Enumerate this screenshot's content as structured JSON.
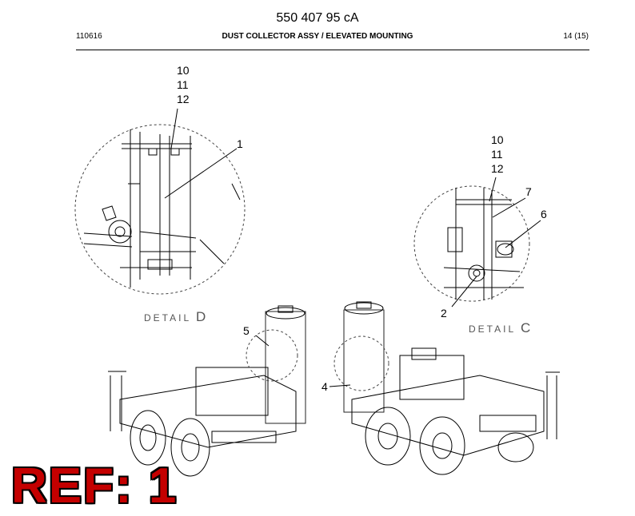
{
  "header": {
    "doc_number": "550 407 95 cA",
    "date_code": "110616",
    "title": "DUST COLLECTOR ASSY / ELEVATED MOUNTING",
    "page": "14 (15)"
  },
  "detail_d": {
    "label": "DETAIL",
    "letter": "D",
    "callouts": [
      "10",
      "11",
      "12",
      "1"
    ]
  },
  "detail_c": {
    "label": "DETAIL",
    "letter": "C",
    "callouts": [
      "10",
      "11",
      "12",
      "7",
      "6",
      "2"
    ]
  },
  "overview": {
    "callouts": [
      "5",
      "4"
    ]
  },
  "ref": {
    "text": "REF: 1",
    "color": "#c40000"
  }
}
